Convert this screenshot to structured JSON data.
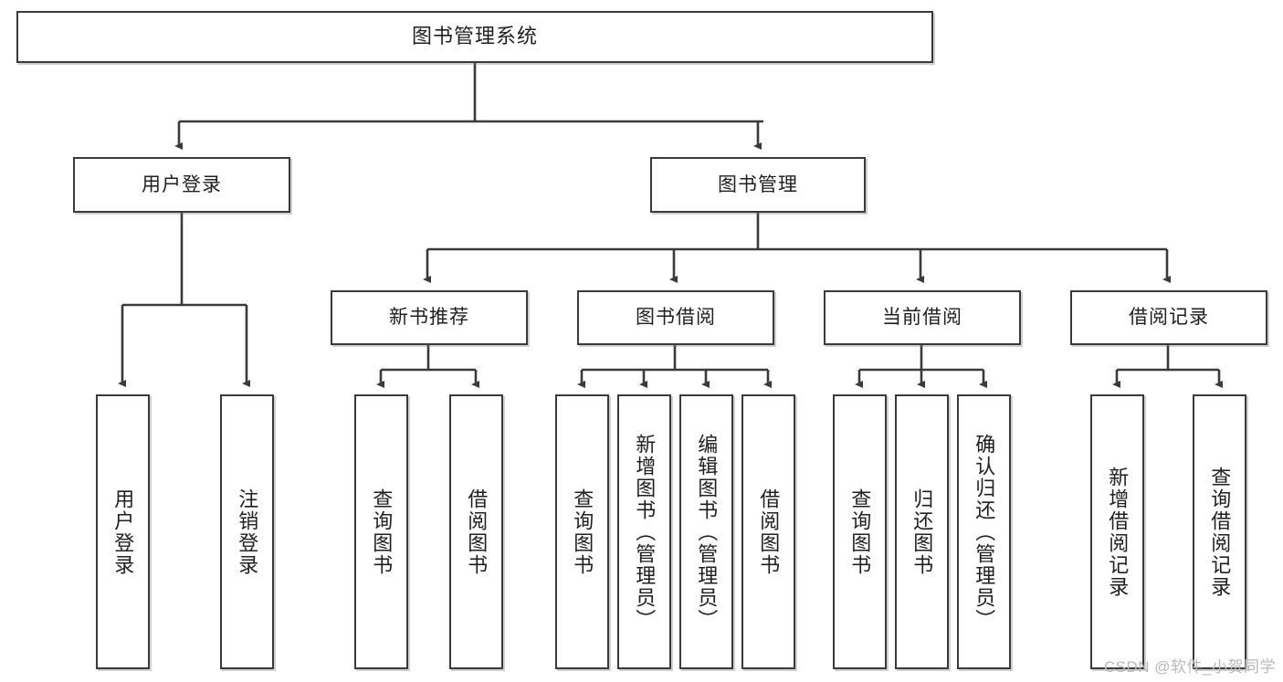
{
  "diagram": {
    "title": "图书管理系统",
    "type": "tree-hierarchy",
    "root": {
      "label": "图书管理系统"
    },
    "level2": [
      {
        "label": "用户登录"
      },
      {
        "label": "图书管理"
      }
    ],
    "level3": [
      {
        "label": "新书推荐"
      },
      {
        "label": "图书借阅"
      },
      {
        "label": "当前借阅"
      },
      {
        "label": "借阅记录"
      }
    ],
    "leaves": {
      "user_login": [
        {
          "label": "用户登录"
        },
        {
          "label": "注销登录"
        }
      ],
      "new_book_recommend": [
        {
          "label": "查询图书"
        },
        {
          "label": "借阅图书"
        }
      ],
      "book_borrow": [
        {
          "label": "查询图书"
        },
        {
          "label": "新增图书（管理员）"
        },
        {
          "label": "编辑图书（管理员）"
        },
        {
          "label": "借阅图书"
        }
      ],
      "current_borrow": [
        {
          "label": "查询图书"
        },
        {
          "label": "归还图书"
        },
        {
          "label": "确认归还（管理员）"
        }
      ],
      "borrow_record": [
        {
          "label": "新增借阅记录"
        },
        {
          "label": "查询借阅记录"
        }
      ]
    }
  },
  "watermark": {
    "text": "CSDN @软件_小贺同学"
  },
  "colors": {
    "border": "#3a3a3a",
    "background": "#ffffff",
    "text": "#1f1f1f",
    "watermark": "#b9b9b9"
  }
}
